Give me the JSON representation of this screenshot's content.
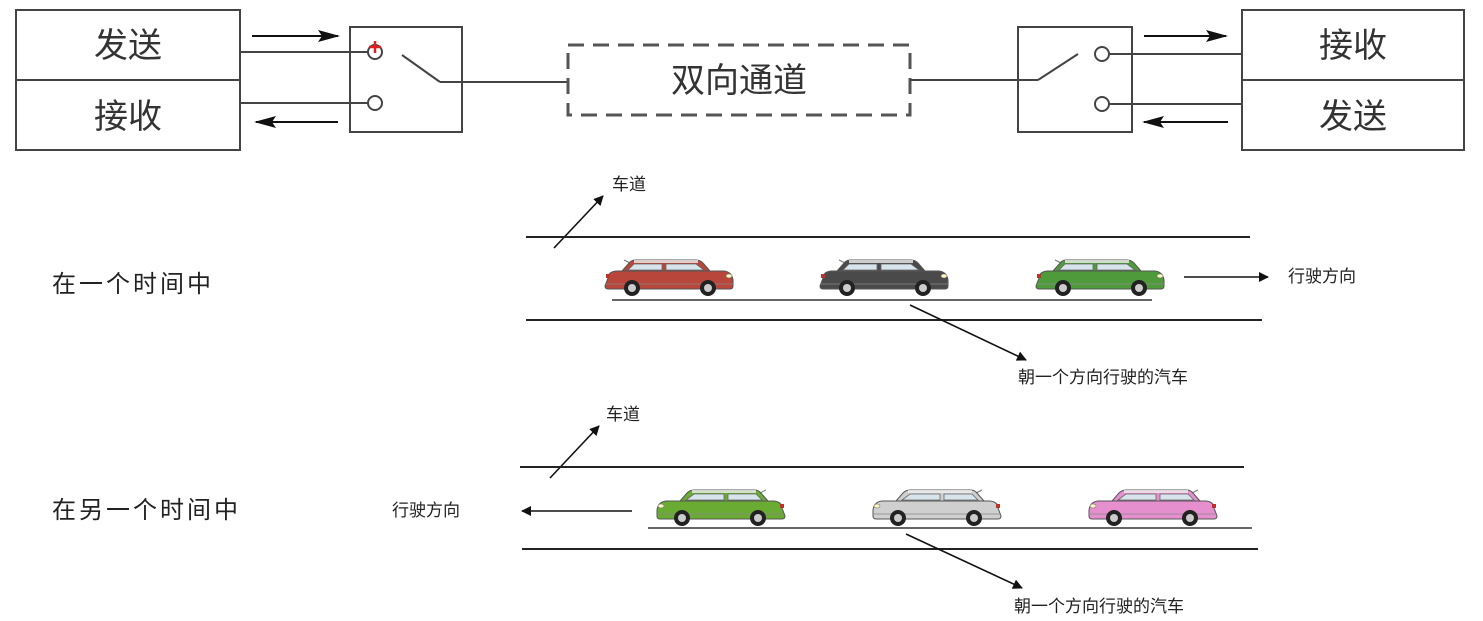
{
  "top_diagram": {
    "left_send": "发送",
    "left_receive": "接收",
    "channel": "双向通道",
    "right_receive": "接收",
    "right_send": "发送"
  },
  "scene1": {
    "caption": "在一个时间中",
    "lane_label": "车道",
    "direction_label": "行驶方向",
    "cars_label": "朝一个方向行驶的汽车",
    "car_colors": [
      "#b8463a",
      "#4a4a4a",
      "#4f9a3a"
    ]
  },
  "scene2": {
    "caption": "在另一个时间中",
    "lane_label": "车道",
    "direction_label": "行驶方向",
    "cars_label": "朝一个方向行驶的汽车",
    "car_colors": [
      "#6aab34",
      "#cfcfcf",
      "#e58fce"
    ]
  },
  "colors": {
    "line": "#333333",
    "arrow": "#111111",
    "cursor_mark": "#e02020"
  }
}
